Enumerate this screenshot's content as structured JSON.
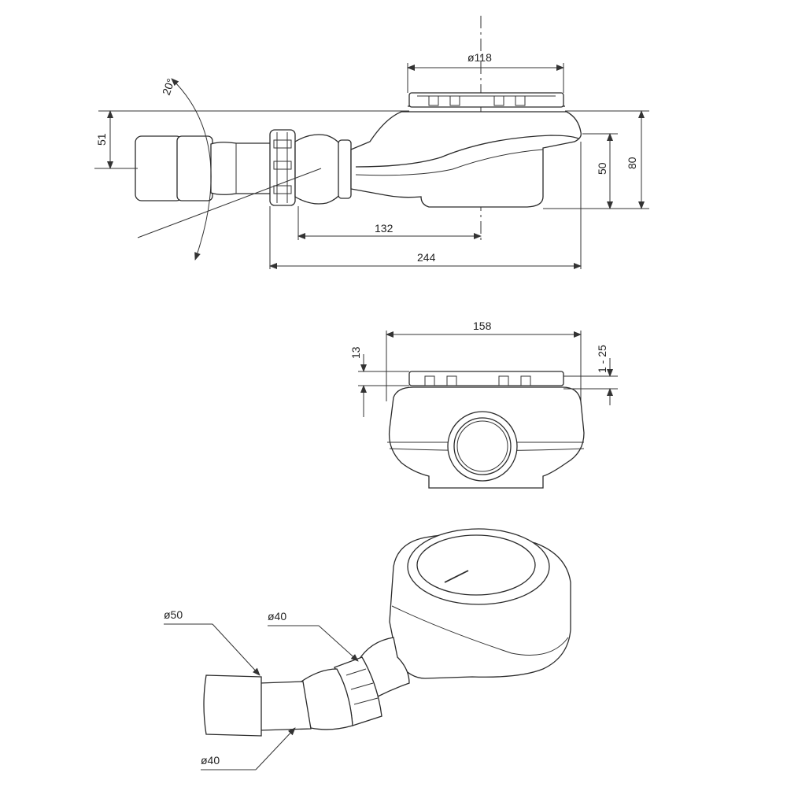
{
  "side_view": {
    "dim_diameter_cover": "ø118",
    "dim_angle": "20°",
    "dim_offset_height": "51",
    "dim_outlet_height": "50",
    "dim_total_height": "80",
    "dim_center_to_cap": "132",
    "dim_total_length": "244"
  },
  "front_view": {
    "dim_width": "158",
    "dim_cover_height": "13",
    "dim_adjust_range": "1 - 25"
  },
  "iso_view": {
    "dim_outlet_outer": "ø50",
    "dim_outlet_inner_top": "ø40",
    "dim_outlet_inner_bottom": "ø40"
  }
}
